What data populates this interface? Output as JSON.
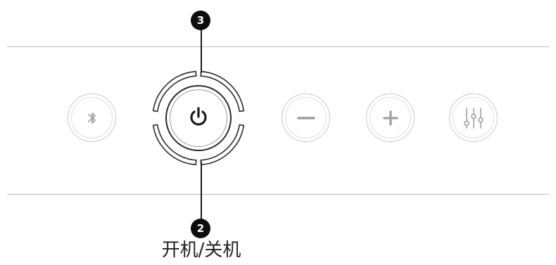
{
  "callouts": [
    {
      "number": "3"
    },
    {
      "number": "2",
      "label": "开机/关机"
    }
  ],
  "buttons": [
    {
      "icon": "bluetooth-icon"
    },
    {
      "icon": "power-icon"
    },
    {
      "icon": "minus-icon"
    },
    {
      "icon": "plus-icon"
    },
    {
      "icon": "equalizer-icon"
    }
  ],
  "colors": {
    "outline": "#c8c8c8",
    "icon": "#9e9e9e",
    "power": "#1a1a1a",
    "badge": "#0d0d0d"
  }
}
